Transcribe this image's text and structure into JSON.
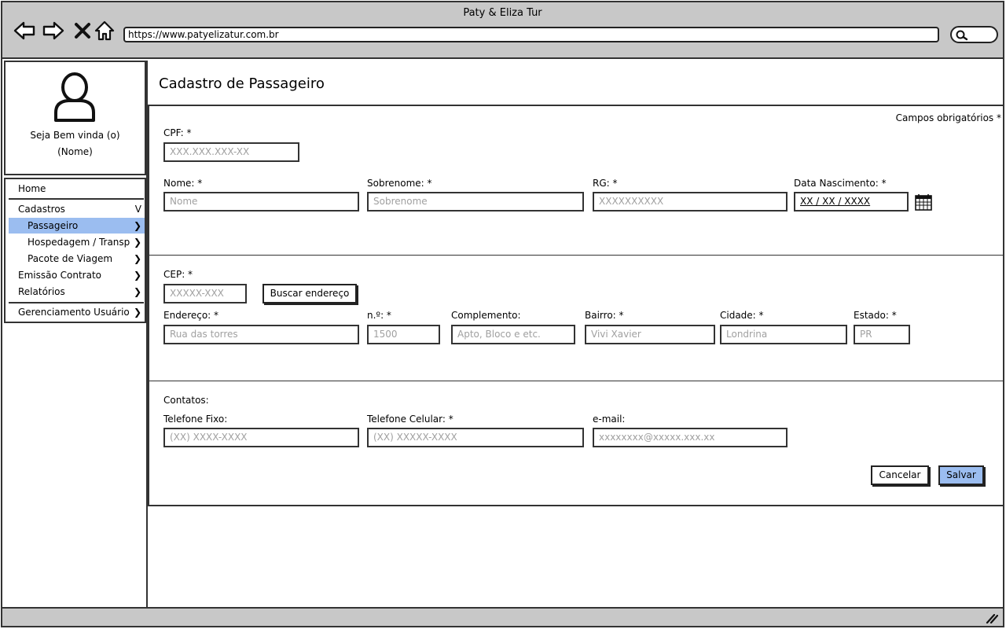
{
  "window": {
    "title": "Paty & Eliza Tur",
    "url": "https://www.patyelizatur.com.br"
  },
  "sidebar": {
    "welcome": "Seja Bem vinda (o)",
    "user_name": "(Nome)",
    "menu": {
      "home": "Home",
      "cadastros": "Cadastros",
      "cadastros_toggle": "V",
      "passageiro": "Passageiro",
      "hospedagem": "Hospedagem / Transp",
      "pacote": "Pacote de Viagem",
      "emissao": "Emissão Contrato",
      "relatorios": "Relatórios",
      "gerenciamento": "Gerenciamento Usuário"
    }
  },
  "page": {
    "title": "Cadastro de Passageiro",
    "required_note": "Campos obrigatórios *"
  },
  "form": {
    "cpf": {
      "label": "CPF: *",
      "placeholder": "XXX.XXX.XXX-XX"
    },
    "nome": {
      "label": "Nome: *",
      "placeholder": "Nome"
    },
    "sobrenome": {
      "label": "Sobrenome: *",
      "placeholder": "Sobrenome"
    },
    "rg": {
      "label": "RG: *",
      "placeholder": "XXXXXXXXXX"
    },
    "nascimento": {
      "label": "Data Nascimento: *",
      "value": "XX / XX / XXXX"
    },
    "cep": {
      "label": "CEP: *",
      "placeholder": "XXXXX-XXX"
    },
    "buscar": "Buscar endereço",
    "endereco": {
      "label": "Endereço: *",
      "placeholder": "Rua das torres"
    },
    "numero": {
      "label": "n.º: *",
      "placeholder": "1500"
    },
    "complemento": {
      "label": "Complemento:",
      "placeholder": "Apto, Bloco e etc."
    },
    "bairro": {
      "label": "Bairro: *",
      "placeholder": "Vivi Xavier"
    },
    "cidade": {
      "label": "Cidade: *",
      "placeholder": "Londrina"
    },
    "estado": {
      "label": "Estado: *",
      "placeholder": "PR"
    },
    "contatos": "Contatos:",
    "telefone_fixo": {
      "label": "Telefone Fixo:",
      "placeholder": "(XX) XXXX-XXXX"
    },
    "celular": {
      "label": "Telefone Celular: *",
      "placeholder": "(XX) XXXXX-XXXX"
    },
    "email": {
      "label": "e-mail:",
      "placeholder": "xxxxxxxx@xxxxx.xxx.xx"
    },
    "cancelar": "Cancelar",
    "salvar": "Salvar"
  },
  "colors": {
    "chrome": "#c8c8c8",
    "accent": "#9bbdf0",
    "border": "#333333",
    "placeholder": "#a0a0a0"
  },
  "icons": [
    "back-arrow-icon",
    "forward-arrow-icon",
    "close-icon",
    "home-icon",
    "search-icon",
    "user-avatar-icon",
    "chevron-right-icon",
    "calendar-icon",
    "resize-grip-icon"
  ]
}
